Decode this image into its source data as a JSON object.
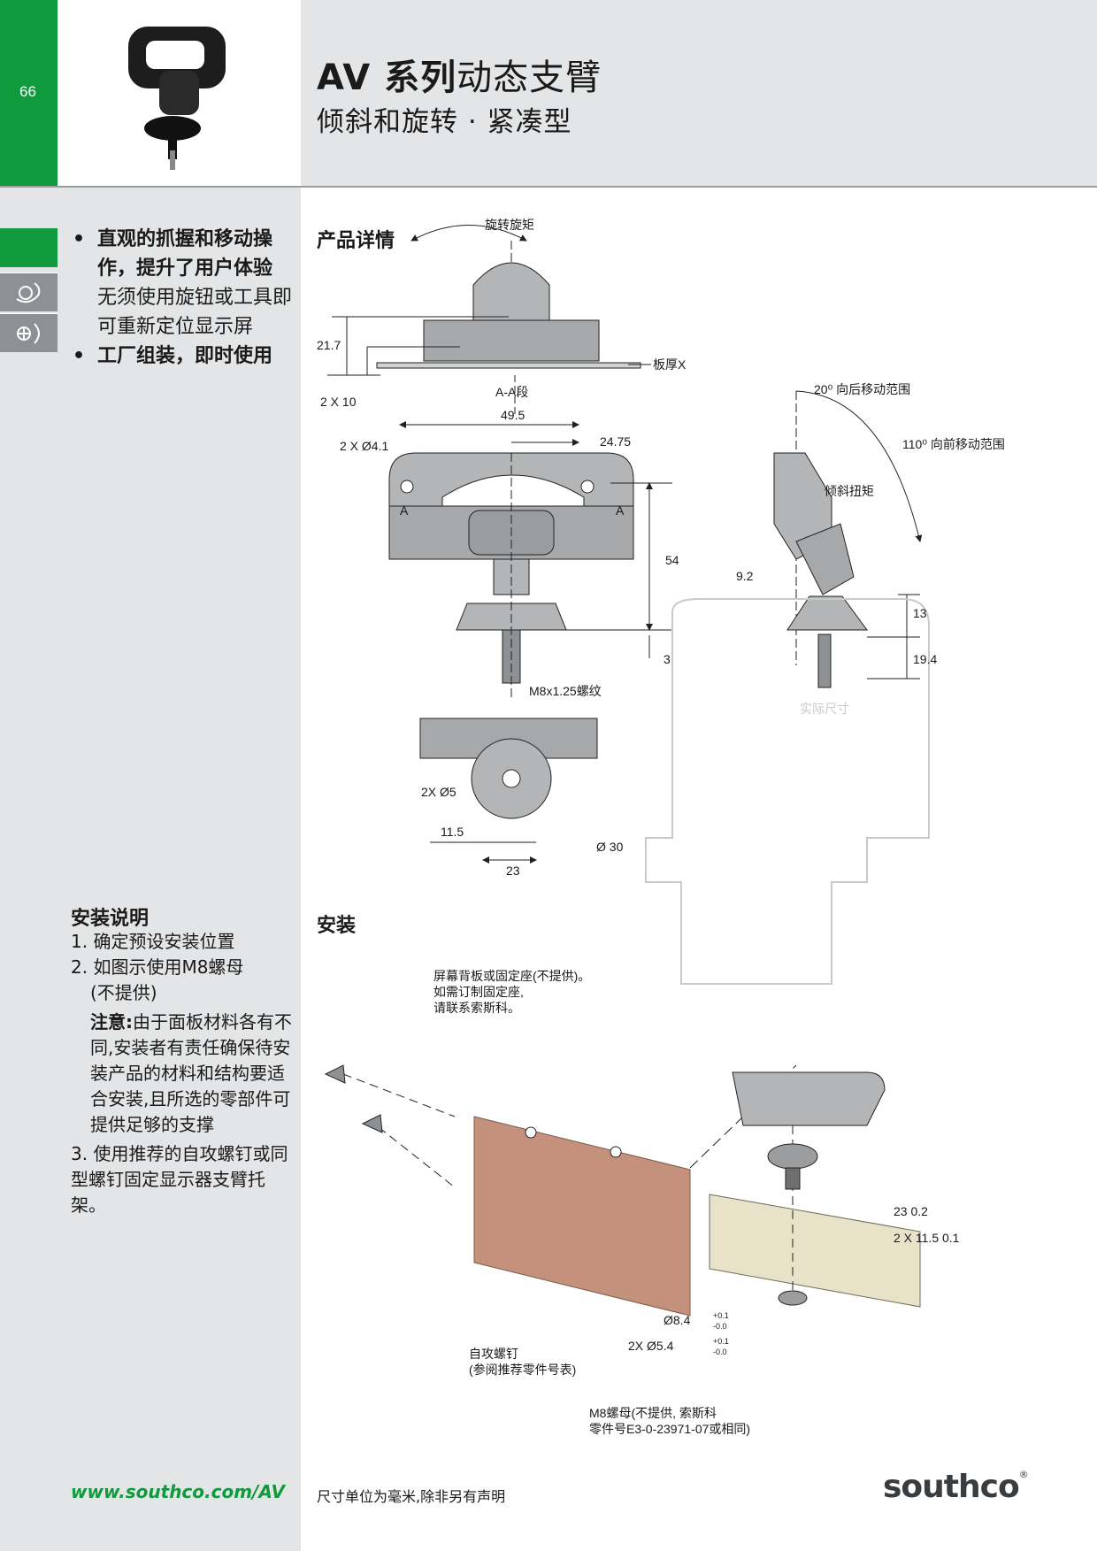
{
  "page": {
    "number": "66"
  },
  "header": {
    "title_bold": "AV 系列",
    "title_rest": "动态支臂",
    "subtitle": "倾斜和旋转 · 紧凑型"
  },
  "features": [
    {
      "bold": "直观的抓握和移动操作，提升了用户体验",
      "text": "无须使用旋钮或工具即可重新定位显示屏"
    },
    {
      "bold": "工厂组装，即时使用",
      "text": ""
    }
  ],
  "icons": [
    "swivel-icon",
    "tilt-icon"
  ],
  "product_section": {
    "heading": "产品详情",
    "labels": {
      "rotation_torque": "旋转旋矩",
      "panel_thickness": "板厚X",
      "section": "A-A段",
      "dim_21_7": "21.7",
      "dim_2x10": "2 X 10",
      "dim_49_5": "49.5",
      "dim_24_75": "24.75",
      "dim_2x41": "2 X Ø4.1",
      "dim_54": "54",
      "dim_3": "3",
      "thread": "M8x1.25螺纹",
      "sec_a_left": "A",
      "sec_a_right": "A",
      "dim_2x5": "2X Ø5",
      "dim_11_5": "11.5",
      "dim_23": "23",
      "dim_30": "Ø 30",
      "back_range": "20⁰ 向后移动范围",
      "front_range": "110⁰ 向前移动范围",
      "tilt_torque": "倾斜扭矩",
      "dim_9_2": "9.2",
      "dim_13": "13",
      "dim_19_4": "19.4",
      "actual_size": "实际尺寸"
    }
  },
  "install_section": {
    "heading": "安装",
    "labels": {
      "plate_note_1": "屏幕背板或固定座(不提供)。",
      "plate_note_2": "如需订制固定座,",
      "plate_note_3": "请联系索斯科。",
      "screw_1": "自攻螺钉",
      "screw_2": "(参阅推荐零件号表)",
      "dim_23": "23   0.2",
      "dim_2x11_5": "2 X 11.5   0.1",
      "hole_84": "Ø8.4",
      "hole_54": "2X Ø5.4",
      "tol_plus": "+0.1",
      "tol_minus": "-0.0",
      "nut_1": "M8螺母(不提供, 索斯科",
      "nut_2": "零件号E3-0-23971-07或相同)"
    }
  },
  "instructions": {
    "heading": "安装说明",
    "steps": [
      "1. 确定预设安装位置",
      "2. 如图示使用M8螺母",
      "(不提供)",
      "3. 使用推荐的自攻螺钉或同型螺钉固定显示器支臂托架。"
    ],
    "note_bold": "注意:",
    "note_text": "由于面板材料各有不同,安装者有责任确保待安装产品的材料和结构要适合安装,且所选的零部件可提供足够的支撑"
  },
  "footer": {
    "url": "www.southco.com/AV",
    "note": "尺寸单位为毫米,除非另有声明",
    "logo": "southco",
    "logo_mark": "®"
  },
  "colors": {
    "brand_green": "#0f9a3e",
    "panel_gray": "#e4e5e6",
    "plate": "#c4927c"
  }
}
